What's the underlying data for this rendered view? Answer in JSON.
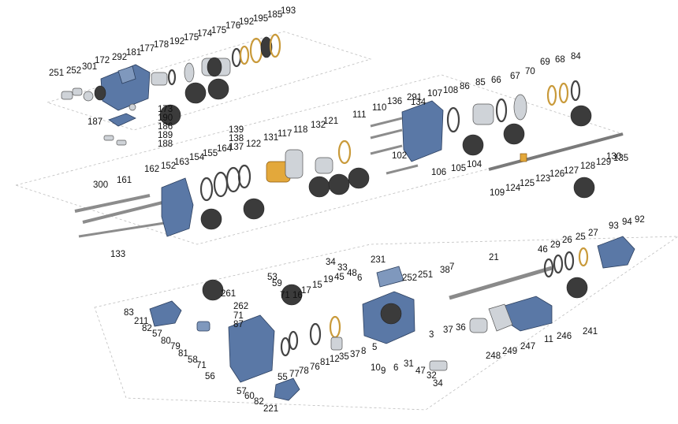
{
  "diagram": {
    "callouts": {
      "row1": [
        "251",
        "252",
        "301",
        "172",
        "292",
        "181",
        "177",
        "178",
        "192",
        "175",
        "174",
        "175",
        "176",
        "192",
        "195",
        "185",
        "193",
        "187",
        "173",
        "190",
        "186",
        "189",
        "188"
      ],
      "row2": [
        "139",
        "138",
        "137",
        "164",
        "155",
        "154",
        "163",
        "152",
        "162",
        "161",
        "300",
        "133",
        "122",
        "131",
        "117",
        "118",
        "132",
        "121",
        "111",
        "110",
        "136",
        "291",
        "102",
        "134",
        "107",
        "108",
        "86",
        "85",
        "66",
        "67",
        "70",
        "69",
        "68",
        "84",
        "106",
        "105",
        "104",
        "109",
        "124",
        "125",
        "123",
        "126",
        "127",
        "128",
        "129",
        "135",
        "130"
      ],
      "row3": [
        "34",
        "33",
        "48",
        "6",
        "231",
        "252",
        "251",
        "38",
        "7",
        "21",
        "46",
        "29",
        "26",
        "25",
        "27",
        "93",
        "94",
        "92",
        "261",
        "262",
        "71",
        "87",
        "53",
        "59",
        "71",
        "16",
        "17",
        "15",
        "19",
        "45",
        "83",
        "211",
        "82",
        "57",
        "80",
        "79",
        "81",
        "58",
        "71",
        "56",
        "55",
        "77",
        "78",
        "76",
        "81",
        "12",
        "35",
        "37",
        "8",
        "5",
        "3",
        "37",
        "36",
        "10",
        "9",
        "6",
        "31",
        "47",
        "32",
        "34",
        "248",
        "249",
        "247",
        "11",
        "246",
        "241",
        "57",
        "60",
        "82",
        "221"
      ]
    }
  }
}
